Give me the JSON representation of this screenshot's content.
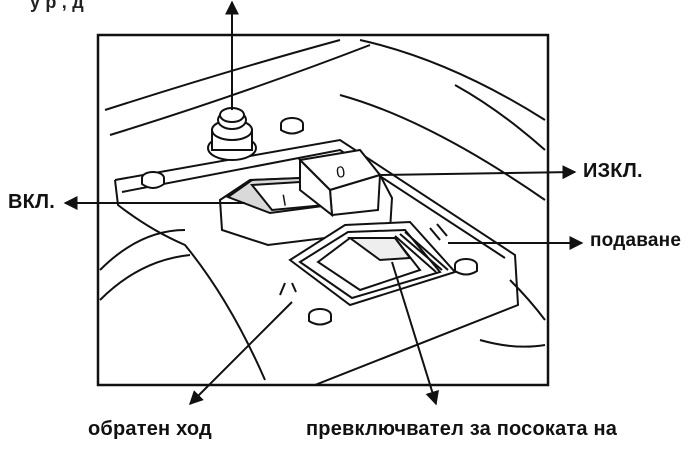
{
  "labels": {
    "on": "ВКЛ.",
    "off": "ИЗКЛ.",
    "feed": "подаване",
    "reverse": "обратен ход",
    "direction_switch": "превключвател за посоката на",
    "top_clipped": "у      р  ,            д"
  },
  "switch_symbols": {
    "on_symbol": "I",
    "off_symbol": "0"
  },
  "colors": {
    "ink": "#111111",
    "background": "#ffffff",
    "button_fill": "#d9d9d9"
  }
}
